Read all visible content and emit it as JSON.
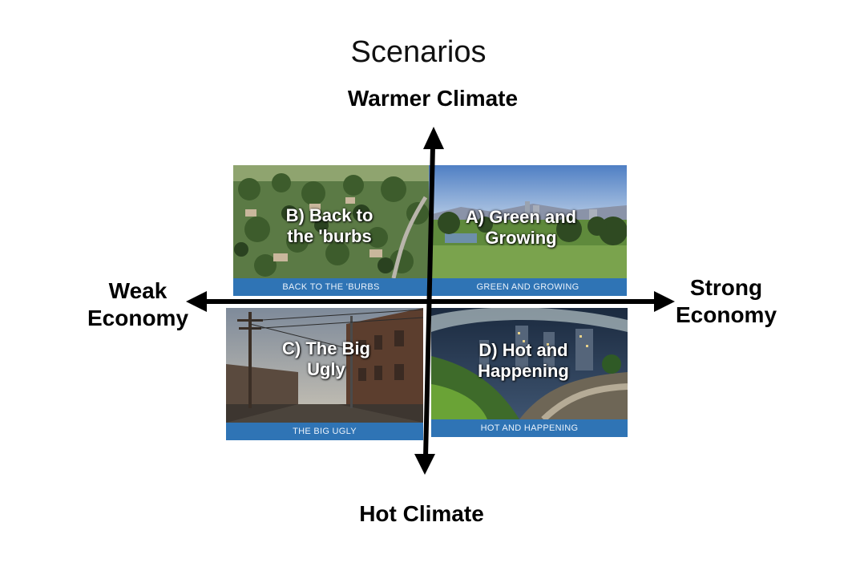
{
  "title": "Scenarios",
  "axes": {
    "top": "Warmer Climate",
    "bottom": "Hot Climate",
    "left_line1": "Weak",
    "left_line2": "Economy",
    "right_line1": "Strong",
    "right_line2": "Economy"
  },
  "quadrants": {
    "b": {
      "overlay_line1": "B) Back to",
      "overlay_line2": "the 'burbs",
      "band": "BACK TO THE 'BURBS"
    },
    "a": {
      "overlay_line1": "A) Green and",
      "overlay_line2": "Growing",
      "band": "GREEN AND GROWING"
    },
    "c": {
      "overlay_line1": "C) The Big",
      "overlay_line2": "Ugly",
      "band": "THE BIG UGLY"
    },
    "d": {
      "overlay_line1": "D) Hot and",
      "overlay_line2": "Happening",
      "band": "HOT AND HAPPENING"
    }
  },
  "colors": {
    "band": "#2f74b5",
    "axis": "#000000"
  }
}
